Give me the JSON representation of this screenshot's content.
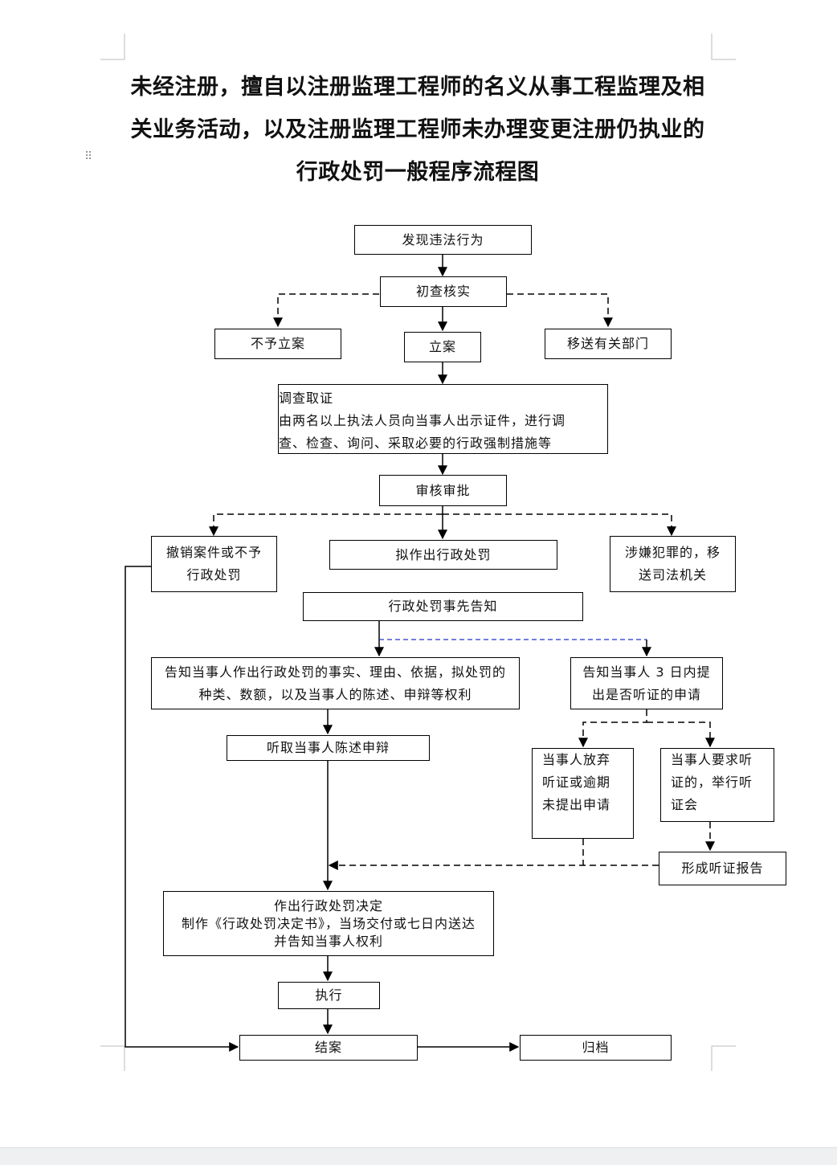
{
  "title": {
    "line1": "未经注册，擅自以注册监理工程师的名义从事工程监理及相",
    "line2": "关业务活动，以及注册监理工程师未办理变更注册仍执业的",
    "line3": "行政处罚一般程序流程图"
  },
  "drag_handle_glyph": "⠿",
  "nodes": {
    "discover": "发现违法行为",
    "preliminary_check": "初查核实",
    "no_filing": "不予立案",
    "filing": "立案",
    "transfer_department": "移送有关部门",
    "investigate_title": "调查取证",
    "investigate_line2": "由两名以上执法人员向当事人出示证件，进行调",
    "investigate_line3": "查、检查、询问、采取必要的行政强制措施等",
    "review_approve": "审核审批",
    "revoke_line1": "撤销案件或不予",
    "revoke_line2": "行政处罚",
    "propose_penalty": "拟作出行政处罚",
    "criminal_line1": "涉嫌犯罪的，移",
    "criminal_line2": "送司法机关",
    "prior_notice": "行政处罚事先告知",
    "notify_rights_line1": "告知当事人作出行政处罚的事实、理由、依据，拟处罚的",
    "notify_rights_line2": "种类、数额，以及当事人的陈述、申辩等权利",
    "notify_hearing_line1": "告知当事人 3 日内提",
    "notify_hearing_line2": "出是否听证的申请",
    "listen_statement": "听取当事人陈述申辩",
    "waive_line1": "当事人放弃",
    "waive_line2": "听证或逾期",
    "waive_line3": "未提出申请",
    "request_line1": "当事人要求听",
    "request_line2": "证的，举行听",
    "request_line3": "证会",
    "hearing_report": "形成听证报告",
    "decision_line1": "作出行政处罚决定",
    "decision_line2": "制作《行政处罚决定书》，当场交付或七日内送达",
    "decision_line3": "并告知当事人权利",
    "execute": "执行",
    "close_case": "结案",
    "archive": "归档"
  }
}
